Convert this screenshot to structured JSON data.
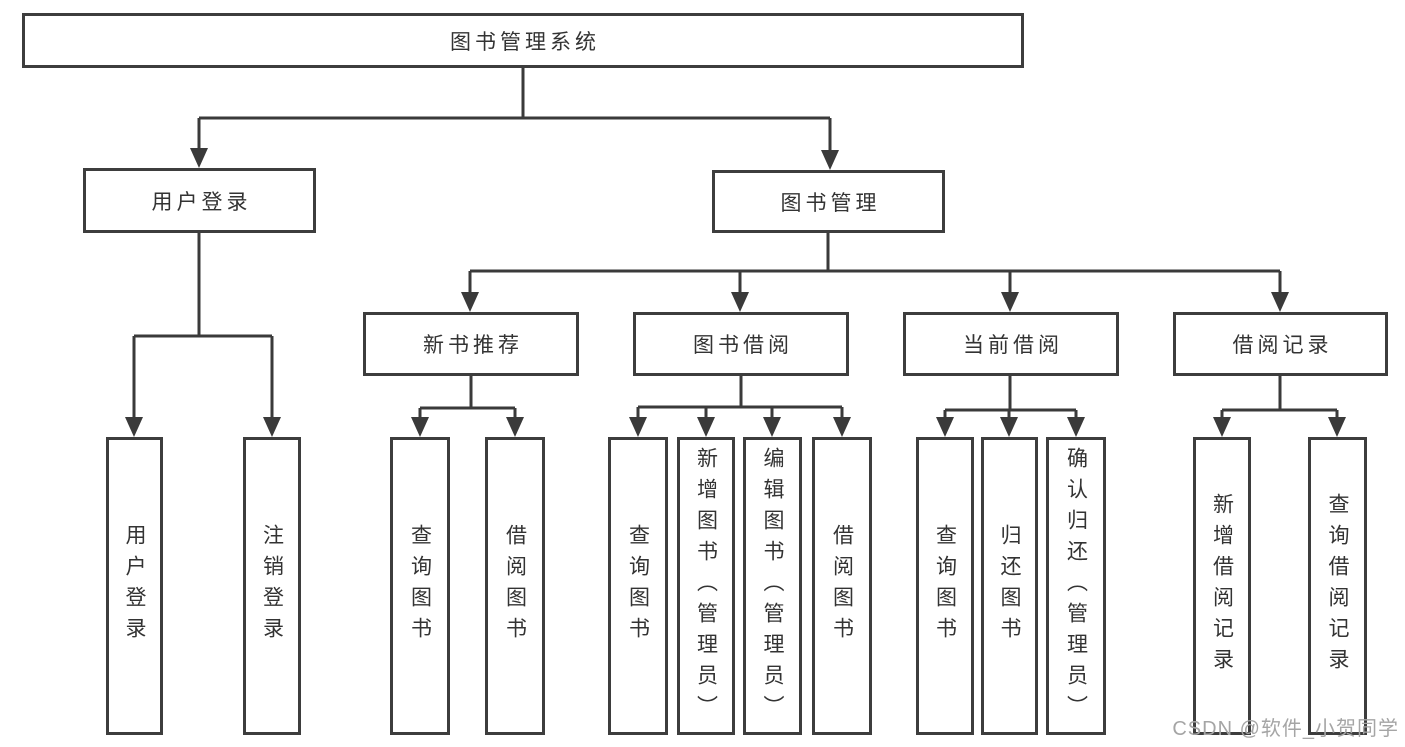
{
  "diagram": {
    "root": "图书管理系统",
    "level1": {
      "user_login": "用户登录",
      "book_management": "图书管理"
    },
    "level2": {
      "new_book_rec": "新书推荐",
      "book_borrow": "图书借阅",
      "current_borrow": "当前借阅",
      "borrow_record": "借阅记录"
    },
    "leaves": {
      "user_login": [
        "用户登录",
        "注销登录"
      ],
      "new_book_rec": [
        "查询图书",
        "借阅图书"
      ],
      "book_borrow": [
        "查询图书",
        "新增图书（管理员）",
        "编辑图书（管理员）",
        "借阅图书"
      ],
      "current_borrow": [
        "查询图书",
        "归还图书",
        "确认归还（管理员）"
      ],
      "borrow_record": [
        "新增借阅记录",
        "查询借阅记录"
      ]
    }
  },
  "watermark": "CSDN @软件_小贺同学",
  "colors": {
    "line": "#3a3a3a",
    "box_border": "#3d3d3d",
    "text": "#333333",
    "background": "#ffffff",
    "watermark": "#a5a5a5"
  }
}
